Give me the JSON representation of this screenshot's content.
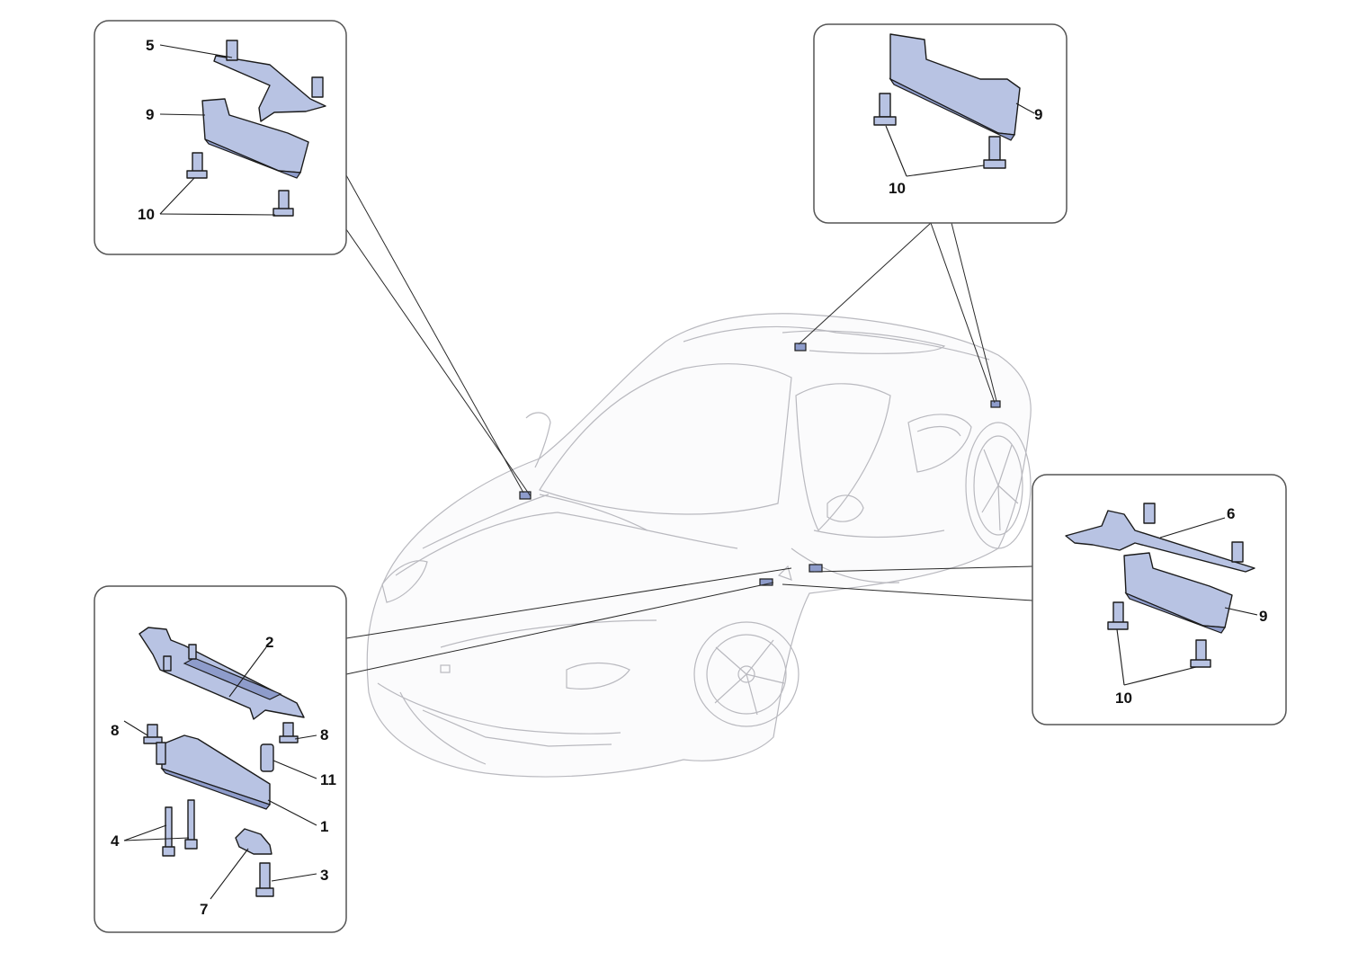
{
  "callouts": {
    "top_left": {
      "labels": [
        "5",
        "9",
        "10"
      ]
    },
    "top_right": {
      "labels": [
        "9",
        "10"
      ]
    },
    "bottom_left": {
      "labels": [
        "2",
        "8",
        "8",
        "11",
        "1",
        "4",
        "3",
        "7"
      ]
    },
    "right": {
      "labels": [
        "6",
        "9",
        "10"
      ]
    }
  },
  "colors": {
    "part_fill": "#b8c3e3",
    "part_outline": "#1b1b1b",
    "car_outline": "#b9b9bf",
    "frame": "#555555"
  }
}
